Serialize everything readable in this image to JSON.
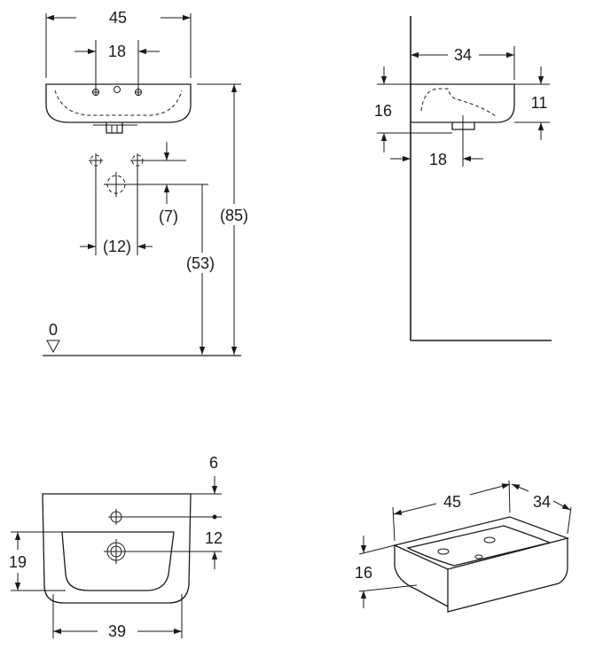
{
  "front_view": {
    "width": "45",
    "tap_holes": "18",
    "supply_spacing": "(12)",
    "supply_offset": "(7)",
    "waste_height": "(53)",
    "rim_height": "(85)",
    "floor_level": "0"
  },
  "side_view": {
    "depth": "34",
    "height": "16",
    "basin_depth": "11",
    "waste_offset": "18"
  },
  "top_view": {
    "rim_to_tap": "6",
    "tap_to_waste": "12",
    "bowl_depth": "19",
    "bowl_width": "39"
  },
  "iso_view": {
    "width": "45",
    "depth": "34",
    "height": "16"
  }
}
